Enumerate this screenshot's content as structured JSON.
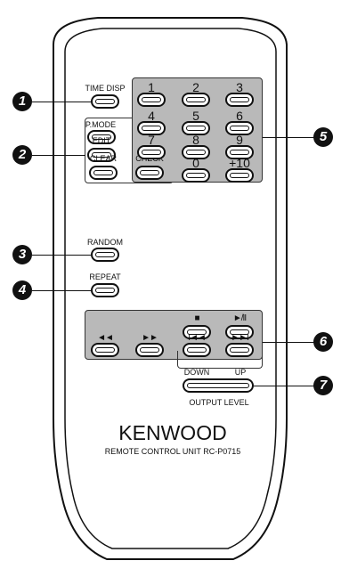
{
  "remote": {
    "brand": "KENWOOD",
    "model_text": "REMOTE CONTROL UNIT RC-P0715"
  },
  "buttons": {
    "time_disp": "TIME DISP",
    "p_mode": "P.MODE",
    "edit": "EDIT",
    "clear": "CLEAR",
    "check": "CHECK",
    "random": "RANDOM",
    "repeat": "REPEAT",
    "num_1": "1",
    "num_2": "2",
    "num_3": "3",
    "num_4": "4",
    "num_5": "5",
    "num_6": "6",
    "num_7": "7",
    "num_8": "8",
    "num_9": "9",
    "num_0": "0",
    "num_plus10": "+10",
    "stop": "■",
    "play_pause": "►/II",
    "rewind": "◄◄",
    "fast_forward": "►►",
    "prev_track": "I◄◄",
    "next_track": "►►I",
    "down": "DOWN",
    "up": "UP",
    "output_level": "OUTPUT LEVEL"
  },
  "callouts": {
    "c1": "1",
    "c2": "2",
    "c3": "3",
    "c4": "4",
    "c5": "5",
    "c6": "6",
    "c7": "7"
  }
}
